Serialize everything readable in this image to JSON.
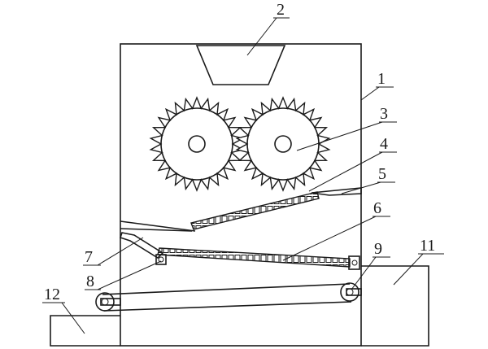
{
  "diagram": {
    "labels": {
      "n1": "1",
      "n2": "2",
      "n3": "3",
      "n4": "4",
      "n5": "5",
      "n6": "6",
      "n7": "7",
      "n8": "8",
      "n9": "9",
      "n11": "11",
      "n12": "12"
    }
  }
}
